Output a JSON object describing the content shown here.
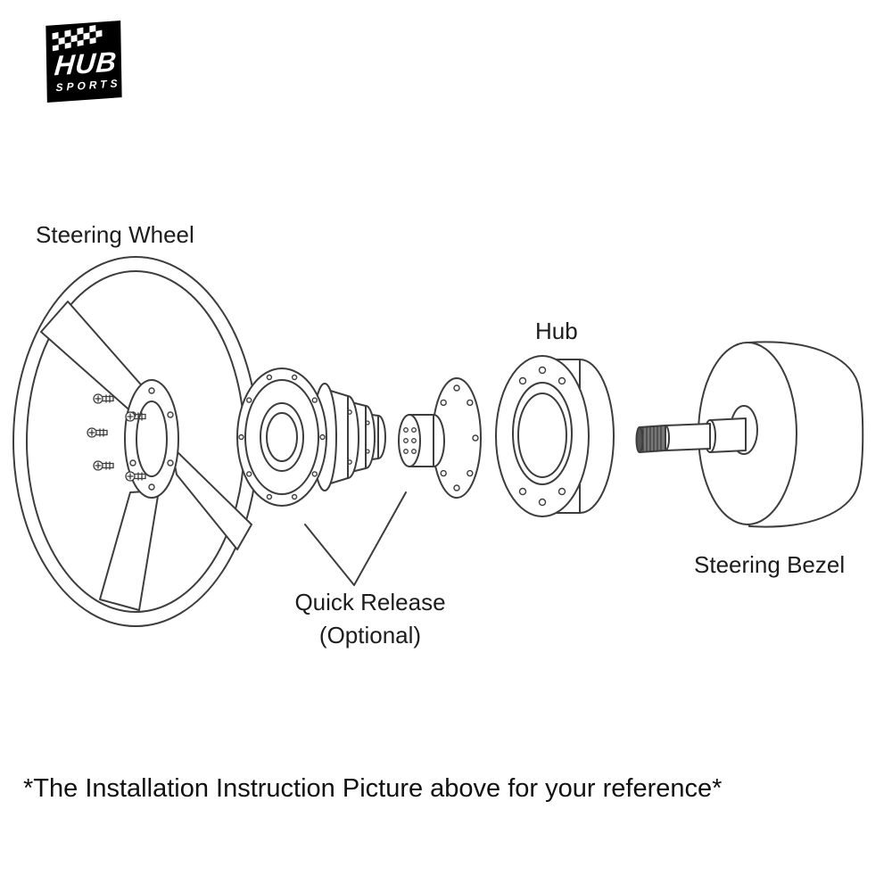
{
  "logo": {
    "brand": "HUB",
    "subtitle": "SPORTS"
  },
  "diagram": {
    "labels": {
      "steering_wheel": "Steering Wheel",
      "hub": "Hub",
      "steering_bezel": "Steering Bezel",
      "quick_release": "Quick Release",
      "quick_release_optional": "(Optional)"
    }
  },
  "footer": {
    "note": "*The Installation Instruction Picture above for your reference*"
  },
  "colors": {
    "background": "#ffffff",
    "line": "#3d3d3d",
    "text": "#1c1c1c",
    "logo_background": "#000000",
    "spline_fill": "#777777"
  }
}
